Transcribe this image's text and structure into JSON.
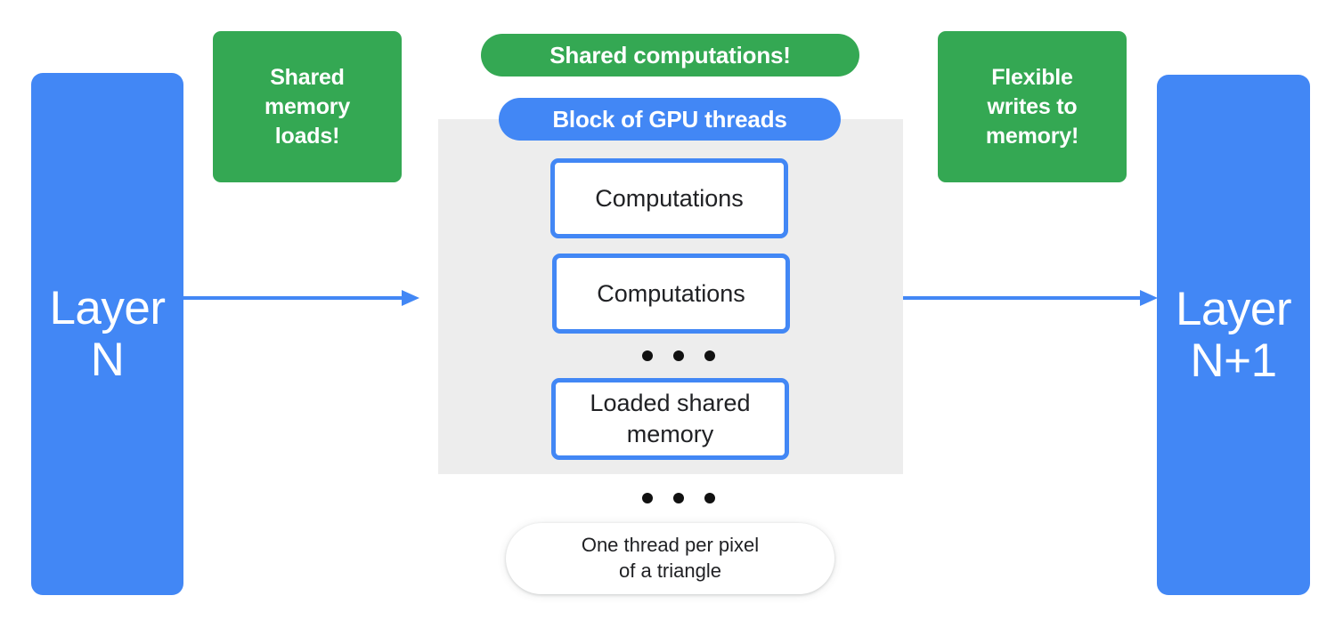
{
  "diagram": {
    "title": "GPU block shared memory dataflow",
    "colors": {
      "blue": "#4287f5",
      "green": "#34a853",
      "block_gray": "#ededed",
      "text_dark": "#202124",
      "white": "#ffffff"
    }
  },
  "layers": {
    "input": {
      "label": "Layer\nN",
      "line1": "Layer",
      "line2": "N"
    },
    "output": {
      "label": "Layer\nN+1",
      "line1": "Layer",
      "line2": "N+1"
    }
  },
  "callouts": {
    "shared_memory_loads": {
      "line1": "Shared",
      "line2": "memory",
      "line3": "loads!"
    },
    "flexible_writes": {
      "line1": "Flexible",
      "line2": "writes to",
      "line3": "memory!"
    }
  },
  "pills": {
    "shared_computations": "Shared computations!",
    "block_of_gpu_threads": "Block of GPU threads",
    "one_thread": {
      "line1": "One thread per pixel",
      "line2": "of a triangle"
    }
  },
  "gpu_block": {
    "threads": [
      {
        "label": "Computations"
      },
      {
        "label": "Computations"
      },
      {
        "line1": "Loaded shared",
        "line2": "memory"
      }
    ],
    "ellipsis_glyph": "•"
  },
  "arrows": {
    "left": {
      "name": "arrow-layer-n-to-block"
    },
    "right": {
      "name": "arrow-block-to-layer-n1"
    }
  }
}
